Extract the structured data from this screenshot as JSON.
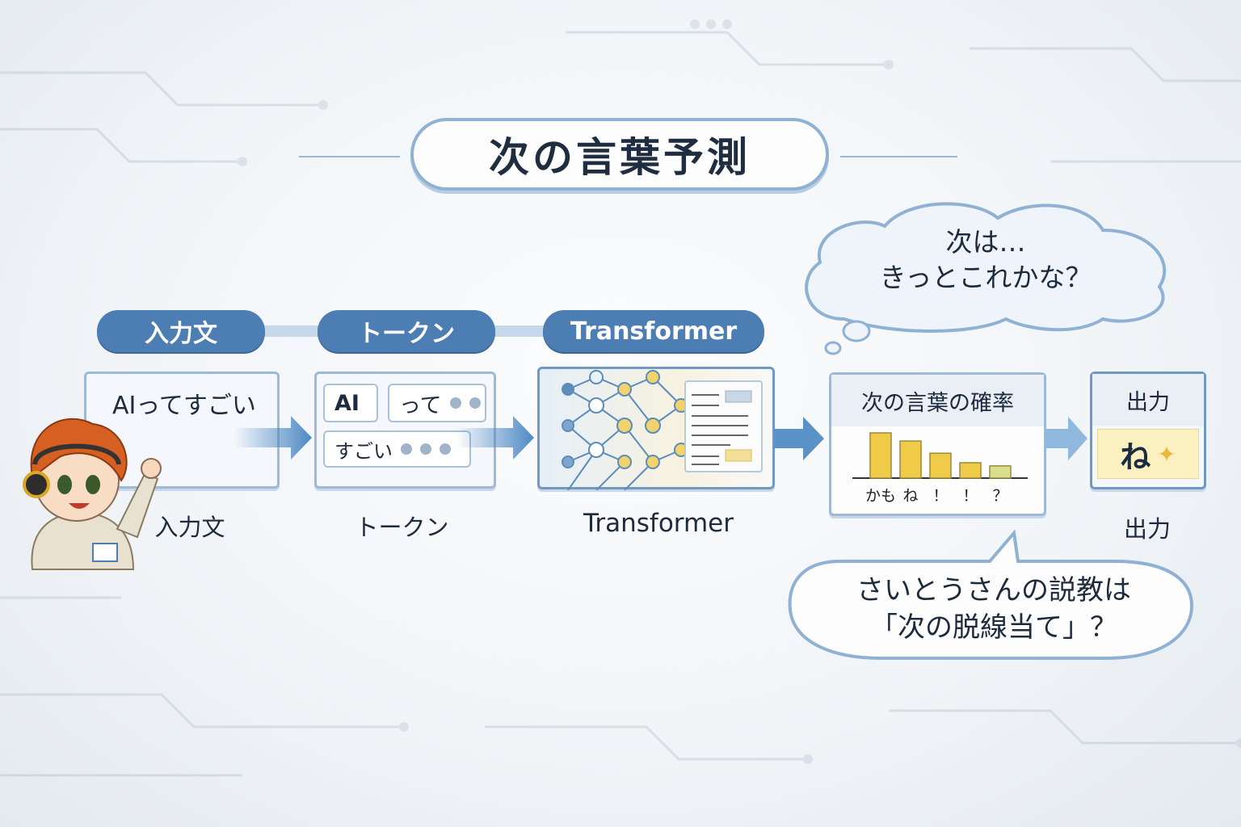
{
  "title": "次の言葉予測",
  "pipeline": {
    "stage_labels": [
      "入力文",
      "トークン",
      "Transformer"
    ],
    "input_text": "AIってすごい",
    "tokens": [
      "AI",
      "って",
      "すごい"
    ],
    "captions": [
      "入力文",
      "トークン",
      "Transformer",
      "出力"
    ]
  },
  "probability_box": {
    "title": "次の言葉の確率",
    "chart_data": {
      "type": "bar",
      "categories": [
        "かも",
        "ね",
        "！",
        "！",
        "？"
      ],
      "values": [
        1.0,
        0.82,
        0.55,
        0.34,
        0.27
      ],
      "colors": [
        "#f0cb4a",
        "#f0cb4a",
        "#f0cb4a",
        "#f0cb4a",
        "#d8e08e"
      ]
    }
  },
  "output_box": {
    "title": "出力",
    "value": "ね",
    "icon": "sparkle-icon"
  },
  "thought_bubble": {
    "line1": "次は…",
    "line2": "きっとこれかな？"
  },
  "speech_bubble": {
    "line1": "さいとうさんの説教は",
    "line2": "「次の脱線当て」？"
  },
  "colors": {
    "accent": "#4d7eb3",
    "highlight": "#f0cb4a",
    "border": "#9db9d6"
  }
}
